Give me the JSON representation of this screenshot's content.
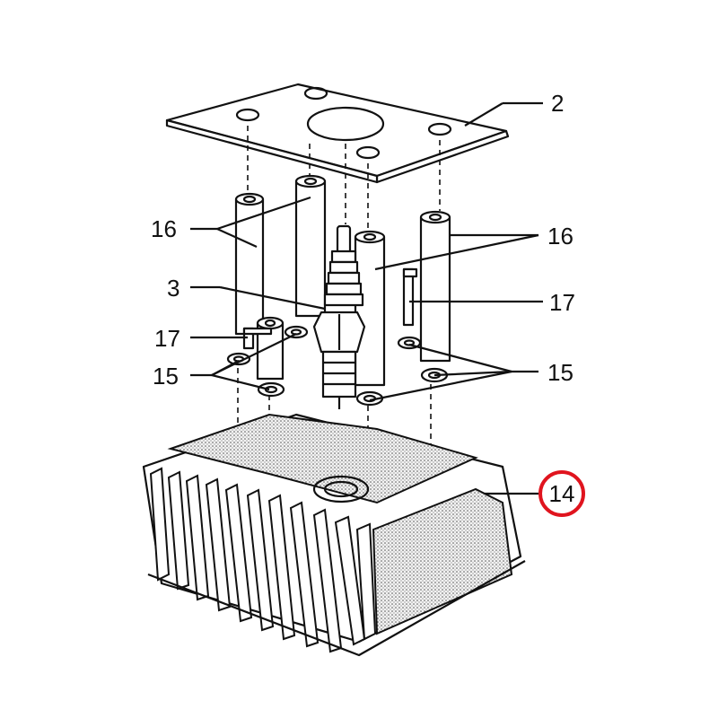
{
  "labels": {
    "gasket": "2",
    "spark_plug": "3",
    "cylinder_head": "14",
    "washers_left": "15",
    "washers_right": "15",
    "studs_left": "16",
    "studs_right": "16",
    "clip_left": "17",
    "clip_right": "17"
  },
  "colors": {
    "ink": "#111111",
    "highlight_circle": "#e0141e",
    "background": "#ffffff"
  }
}
